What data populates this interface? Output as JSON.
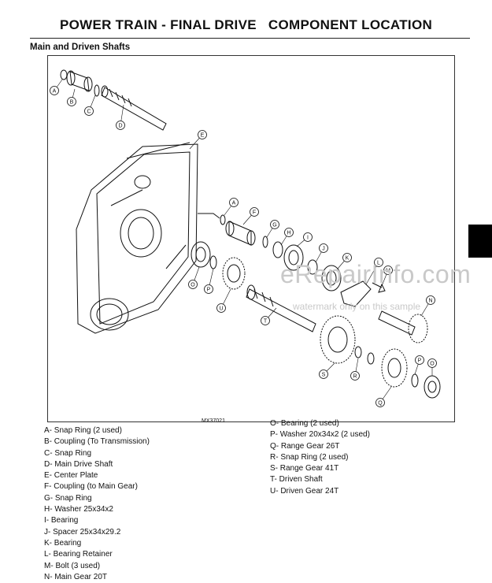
{
  "header": {
    "title": "POWER TRAIN - FINAL DRIVE   COMPONENT LOCATION",
    "section_title": "Main and Driven Shafts"
  },
  "figure": {
    "code": "MX37021",
    "callouts": [
      "A",
      "B",
      "C",
      "D",
      "E",
      "A",
      "F",
      "G",
      "H",
      "I",
      "J",
      "K",
      "L",
      "M",
      "N",
      "O",
      "P",
      "U",
      "T",
      "S",
      "R",
      "Q",
      "P",
      "O"
    ]
  },
  "watermark": {
    "brand": "eRepairInfo.com",
    "note": "watermark only on this sample"
  },
  "legend": {
    "left": [
      "A- Snap Ring (2 used)",
      "B- Coupling (To Transmission)",
      "C- Snap Ring",
      "D- Main Drive Shaft",
      "E- Center Plate",
      "F- Coupling (to Main Gear)",
      "G- Snap Ring",
      "H- Washer 25x34x2",
      "I- Bearing",
      "J- Spacer 25x34x29.2",
      "K- Bearing",
      "L- Bearing Retainer",
      "M- Bolt (3 used)",
      "N- Main Gear 20T"
    ],
    "right": [
      "O- Bearing (2 used)",
      "P- Washer 20x34x2 (2 used)",
      "Q- Range Gear 26T",
      "R- Snap Ring (2 used)",
      "S- Range Gear 41T",
      "T- Driven Shaft",
      "U- Driven Gear 24T"
    ]
  },
  "colors": {
    "tab": "#000000",
    "watermark": "#c9c9c9",
    "ink": "#111111"
  }
}
